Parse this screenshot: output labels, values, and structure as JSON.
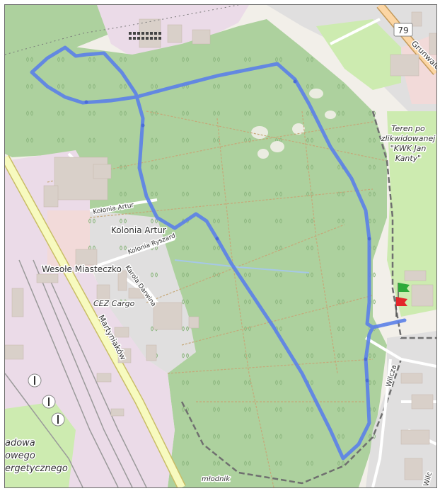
{
  "map": {
    "labels": {
      "wesole_miasteczko": "Wesołe Miasteczko",
      "kolonia_artur_main": "Kolonia Artur",
      "kolonia_artur_street": "Kolonia Artur",
      "kolonia_ryszard": "Kolonia Ryszard",
      "karola_darwina": "Karola Darwina",
      "cez_cargo": "CEZ Cargo",
      "martyniakow": "Martyniaków",
      "mlodnik": "młodnik",
      "wilcza": "Wilcza",
      "grunwaldzka": "Grunwaldzka",
      "wilcza_bottom": "Wilc",
      "road_79": "79",
      "teren_line1": "Teren po",
      "teren_line2": "zlikwidowanej",
      "teren_line3": "\"KWK Jan",
      "teren_line4": "Kanty\"",
      "bottom_left_line1": "adowa",
      "bottom_left_line2": "owego",
      "bottom_left_line3": "ergetycznego"
    },
    "colors": {
      "forest": "#add19e",
      "residential": "#e0dfdf",
      "industrial": "#ebdbe8",
      "commercial": "#f2dad9",
      "grass": "#cdebb0",
      "route": "#5b7fe8",
      "major_road": "#f7fabf",
      "primary_road": "#fcd6a4"
    },
    "markers": {
      "start_flag": "green-flag",
      "end_flag": "red-flag"
    }
  }
}
